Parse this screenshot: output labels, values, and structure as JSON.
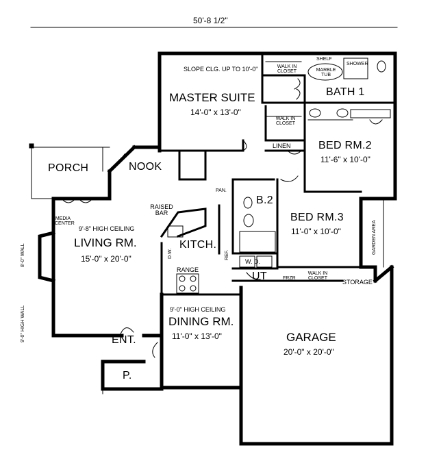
{
  "overall_width": "50'-8 1/2\"",
  "rooms": {
    "master_suite": {
      "name": "MASTER SUITE",
      "size": "14'-0\" x 13'-0\"",
      "note": "SLOPE CLG. UP TO 10'-0\""
    },
    "bath1": {
      "name": "BATH 1"
    },
    "bed2": {
      "name": "BED RM.2",
      "size": "11'-6\" x 10'-0\""
    },
    "bed3": {
      "name": "BED RM.3",
      "size": "11'-0\" x 10'-0\""
    },
    "porch": {
      "name": "PORCH"
    },
    "nook": {
      "name": "NOOK"
    },
    "living": {
      "name": "LIVING RM.",
      "size": "15'-0\" x 20'-0\"",
      "note": "9'-8\" HIGH CEILING"
    },
    "kitchen": {
      "name": "KITCH."
    },
    "bath2": {
      "name": "B.2"
    },
    "dining": {
      "name": "DINING RM.",
      "size": "11'-0\" x 13'-0\"",
      "note": "9'-0\" HIGH CEILING"
    },
    "garage": {
      "name": "GARAGE",
      "size": "20'-0\" x 20'-0\""
    },
    "entry": {
      "name": "ENT."
    },
    "patio": {
      "name": "P."
    },
    "utility": {
      "name": "UT"
    }
  },
  "labels": {
    "walk_in_closet": "WALK IN CLOSET",
    "walk_in_closet_2": "WALK IN CLOSET",
    "walk_in_closet_3": "WALK IN CLOSET",
    "linen": "LINEN",
    "shelf": "SHELF",
    "marble_tub": "MARBLE TUB",
    "shower": "SHOWER",
    "raised_bar": "RAISED BAR",
    "range": "RANGE",
    "dw": "D.W.",
    "ref": "REF.",
    "pantry": "PAN.",
    "washer_dryer": "W.   D.",
    "freezer": "FRZR",
    "storage": "STORAGE",
    "garden_area": "GARDEN AREA",
    "media_center": "MEDIA CENTER",
    "wall_8ft": "8'-0\" WALL",
    "wall_9ft": "9'-0\" HIGH WALL"
  },
  "colors": {
    "ink": "#000000",
    "paper": "#ffffff"
  }
}
